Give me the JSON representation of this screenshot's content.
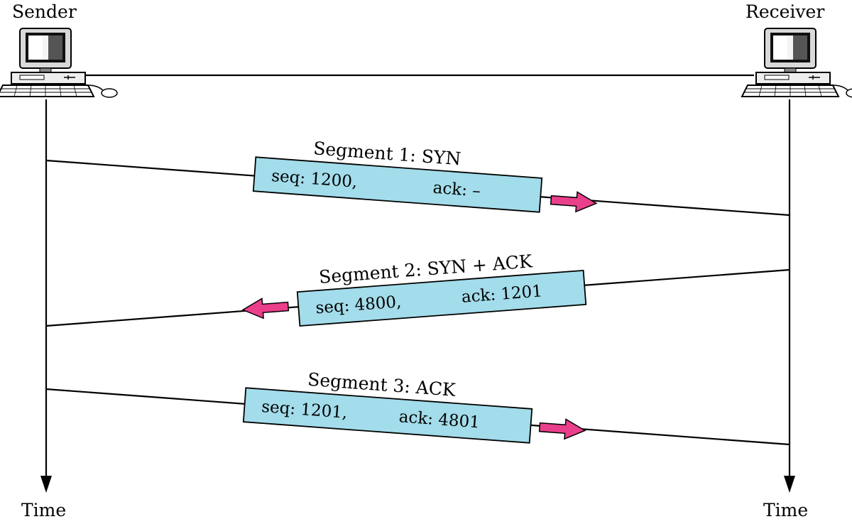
{
  "endpoints": {
    "sender": {
      "label": "Sender",
      "time_label": "Time"
    },
    "receiver": {
      "label": "Receiver",
      "time_label": "Time"
    }
  },
  "segments": [
    {
      "title": "Segment 1: SYN",
      "seq": "seq: 1200,",
      "ack": "ack: –",
      "direction": "sender-to-receiver"
    },
    {
      "title": "Segment 2: SYN + ACK",
      "seq": "seq: 4800,",
      "ack": "ack: 1201",
      "direction": "receiver-to-sender"
    },
    {
      "title": "Segment 3: ACK",
      "seq": "seq: 1201,",
      "ack": "ack: 4801",
      "direction": "sender-to-receiver"
    }
  ],
  "colors": {
    "segment_box": "#a3dcea",
    "direction_arrow": "#ea3f8a",
    "line": "#000000"
  },
  "icons": {
    "sender": "computer-icon",
    "receiver": "computer-icon"
  }
}
